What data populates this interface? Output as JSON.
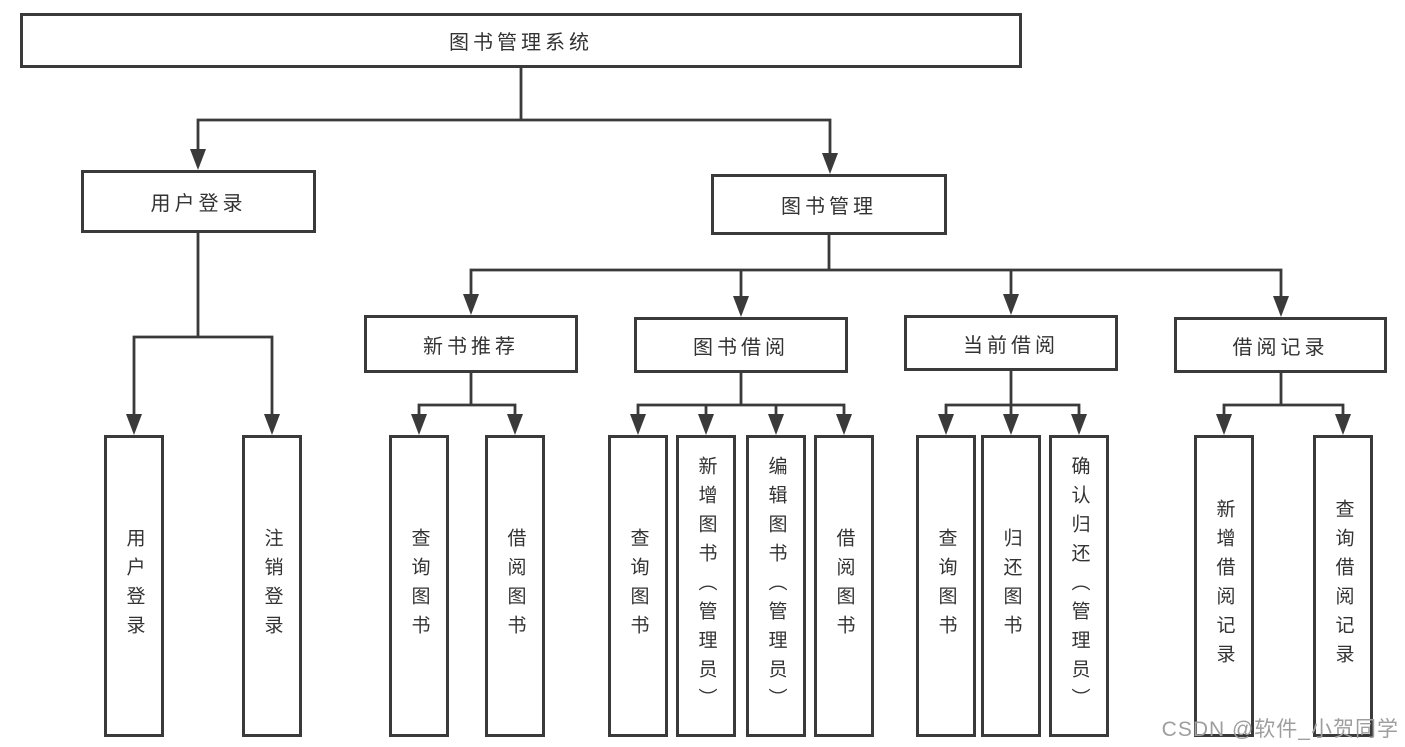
{
  "diagram": {
    "type": "hierarchy-tree",
    "tree": {
      "label": "图书管理系统",
      "children": [
        {
          "label": "用户登录",
          "children": [
            {
              "label": "用户登录"
            },
            {
              "label": "注销登录"
            }
          ]
        },
        {
          "label": "图书管理",
          "children": [
            {
              "label": "新书推荐",
              "children": [
                {
                  "label": "查询图书"
                },
                {
                  "label": "借阅图书"
                }
              ]
            },
            {
              "label": "图书借阅",
              "children": [
                {
                  "label": "查询图书"
                },
                {
                  "label": "新增图书（管理员）"
                },
                {
                  "label": "编辑图书（管理员）"
                },
                {
                  "label": "借阅图书"
                }
              ]
            },
            {
              "label": "当前借阅",
              "children": [
                {
                  "label": "查询图书"
                },
                {
                  "label": "归还图书"
                },
                {
                  "label": "确认归还（管理员）"
                }
              ]
            },
            {
              "label": "借阅记录",
              "children": [
                {
                  "label": "新增借阅记录"
                },
                {
                  "label": "查询借阅记录"
                }
              ]
            }
          ]
        }
      ]
    },
    "watermark": "CSDN @软件_小贺同学",
    "colors": {
      "line": "#3a3a3a",
      "box_border": "#3a3a3a",
      "text": "#333333",
      "watermark": "#9e9e9e",
      "background": "#ffffff"
    }
  }
}
